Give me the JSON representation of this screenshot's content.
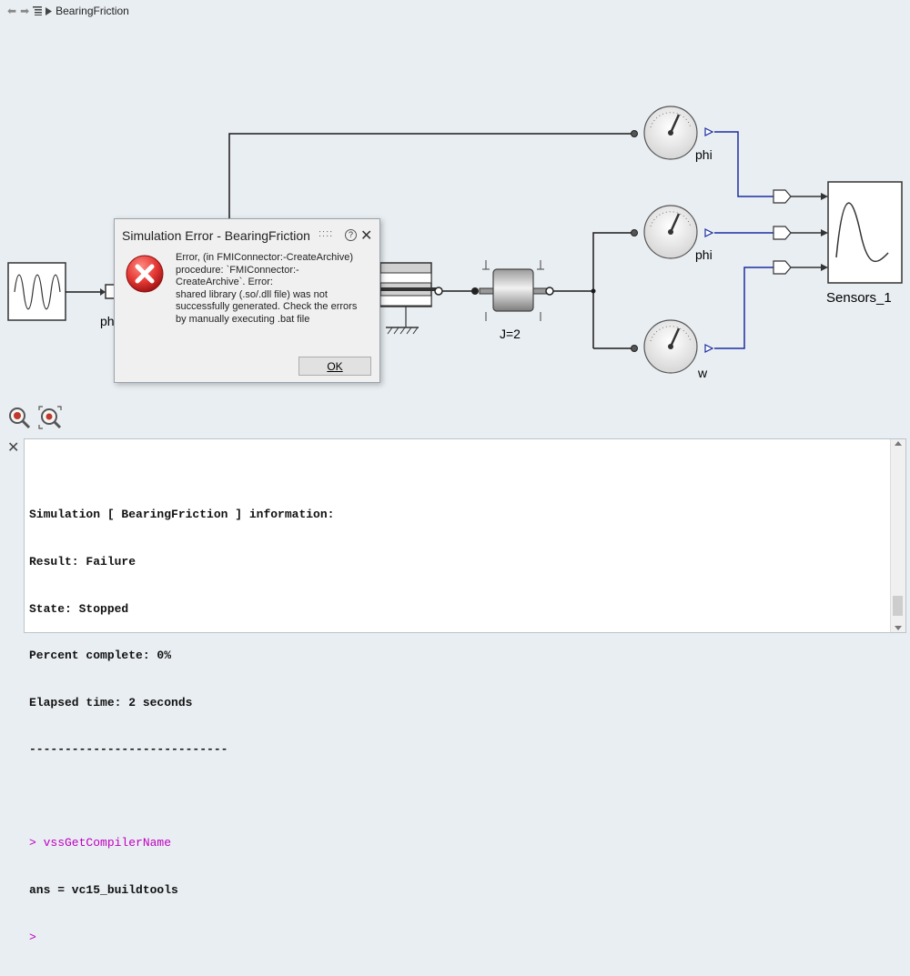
{
  "breadcrumb": {
    "back_icon": "arrow-left-icon",
    "forward_icon": "arrow-right-icon",
    "list_icon": "hierarchy-list-icon",
    "separator_icon": "triangle-right-icon",
    "title": "BearingFriction"
  },
  "diagram": {
    "labels": {
      "sensor_top": "phi",
      "sensor_mid": "phi",
      "sensor_bottom": "w",
      "inertia": "J=2",
      "sensors_block": "Sensors_1",
      "source_port_partial": "ph"
    },
    "icons": {
      "source": "sine-source-icon",
      "scope": "sine-plot-icon",
      "gauge": "gauge-sensor-icon",
      "bearing": "bearing-friction-icon",
      "inertia": "inertia-icon"
    },
    "colors": {
      "wire": "#1a1a1a",
      "signal": "#1c2ea0",
      "background": "#e9eef2"
    }
  },
  "toolbar": {
    "zoom_in_icon": "zoom-magnifier-icon",
    "zoom_fit_icon": "zoom-fit-icon"
  },
  "dialog": {
    "title": "Simulation Error - BearingFriction",
    "grip": "::::",
    "help_label": "?",
    "close_label": "✕",
    "icon": "error-icon",
    "message": "Error, (in FMIConnector:-CreateArchive)\nprocedure: `FMIConnector:-\nCreateArchive`. Error:\n shared library (.so/.dll file) was not\nsuccessfully generated.  Check the errors\nby manually executing .bat file",
    "ok_label": "OK"
  },
  "console": {
    "close_label": "✕",
    "lines": [
      "Simulation [ BearingFriction ] information:",
      "Result: Failure",
      "State: Stopped",
      "Percent complete: 0%",
      "Elapsed time: 2 seconds",
      "----------------------------"
    ],
    "command": "> vssGetCompilerName",
    "result": "ans = vc15_buildtools",
    "prompt": ">"
  }
}
